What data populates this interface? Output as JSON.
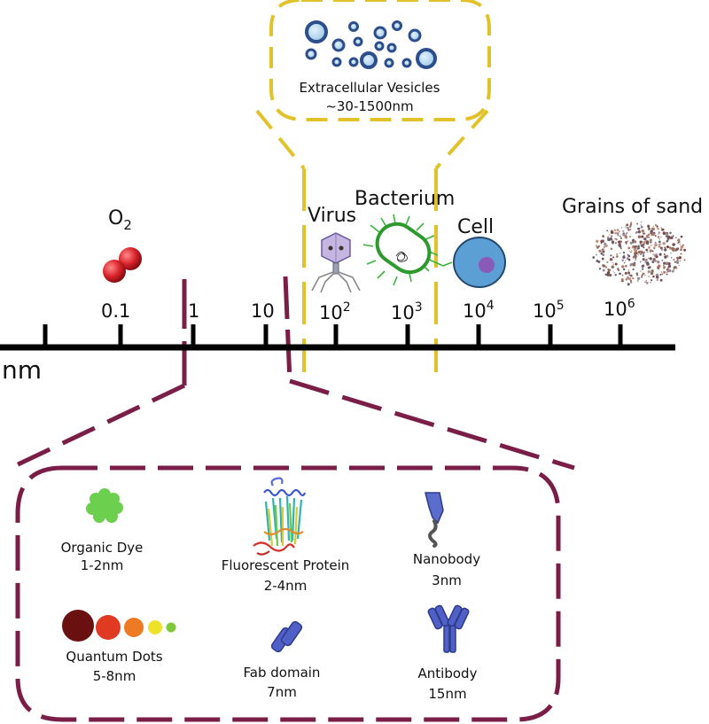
{
  "scale": {
    "unit": "nm",
    "ticks": [
      {
        "base": "",
        "exp": ""
      },
      {
        "base": "0.1",
        "exp": ""
      },
      {
        "base": "1",
        "exp": ""
      },
      {
        "base": "10",
        "exp": ""
      },
      {
        "base": "10",
        "exp": "2"
      },
      {
        "base": "10",
        "exp": "3"
      },
      {
        "base": "10",
        "exp": "4"
      },
      {
        "base": "10",
        "exp": "5"
      },
      {
        "base": "10",
        "exp": "6"
      }
    ]
  },
  "objects": {
    "oxygen": {
      "base": "O",
      "sub": "2"
    },
    "virus": "Virus",
    "bacterium": "Bacterium",
    "cell": "Cell",
    "sand": "Grains of sand"
  },
  "vesicles": {
    "name": "Extracellular Vesicles",
    "size": "~30-1500nm"
  },
  "probes": {
    "organic_dye": {
      "name": "Organic Dye",
      "size": "1-2nm"
    },
    "fluorescent_protein": {
      "name": "Fluorescent Protein",
      "size": "2-4nm"
    },
    "nanobody": {
      "name": "Nanobody",
      "size": "3nm"
    },
    "quantum_dots": {
      "name": "Quantum Dots",
      "size": "5-8nm"
    },
    "fab_domain": {
      "name": "Fab domain",
      "size": "7nm"
    },
    "antibody": {
      "name": "Antibody",
      "size": "15nm"
    }
  },
  "colors": {
    "vesicle_zoom": "#e2c22a",
    "probe_zoom": "#7a1e48",
    "vesicle_fill": "#b9dbf0",
    "vesicle_stroke": "#2d4e8c",
    "dye": "#6ccf4e",
    "qdots": [
      "#6b1010",
      "#e03a22",
      "#ee7b24",
      "#ede32a",
      "#7cc93a"
    ],
    "protein_blue": "#5060c8",
    "nanobody_tail": "#555555",
    "cell_fill": "#5b9fd4",
    "cell_nucleus": "#8a5ab8",
    "bacterium": "#3cb43c",
    "o2": "#d8222a"
  }
}
